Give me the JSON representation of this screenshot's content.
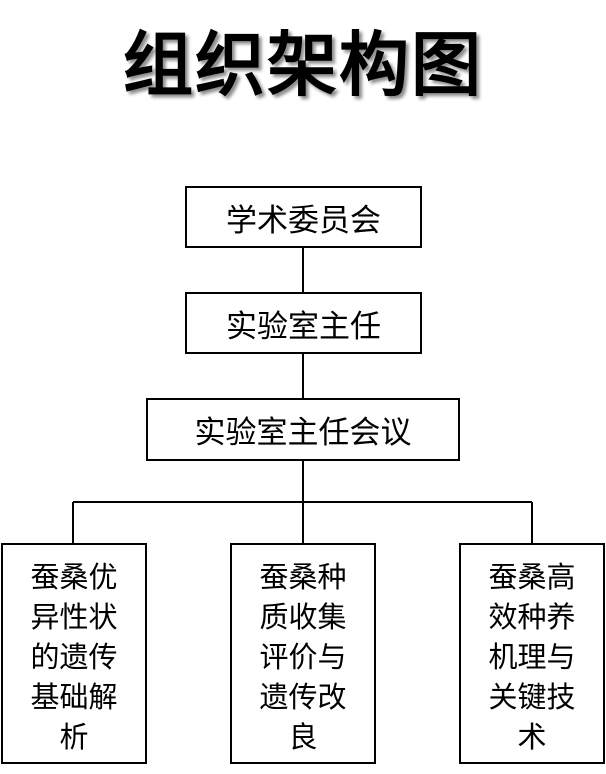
{
  "title": "组织架构图",
  "nodes": {
    "committee": "学术委员会",
    "director": "实验室主任",
    "director_meeting": "实验室主任会议",
    "branches": [
      "蚕桑优异性状的遗传基础解析",
      "蚕桑种质收集评价与遗传改良",
      "蚕桑高效种养机理与关键技术"
    ]
  }
}
